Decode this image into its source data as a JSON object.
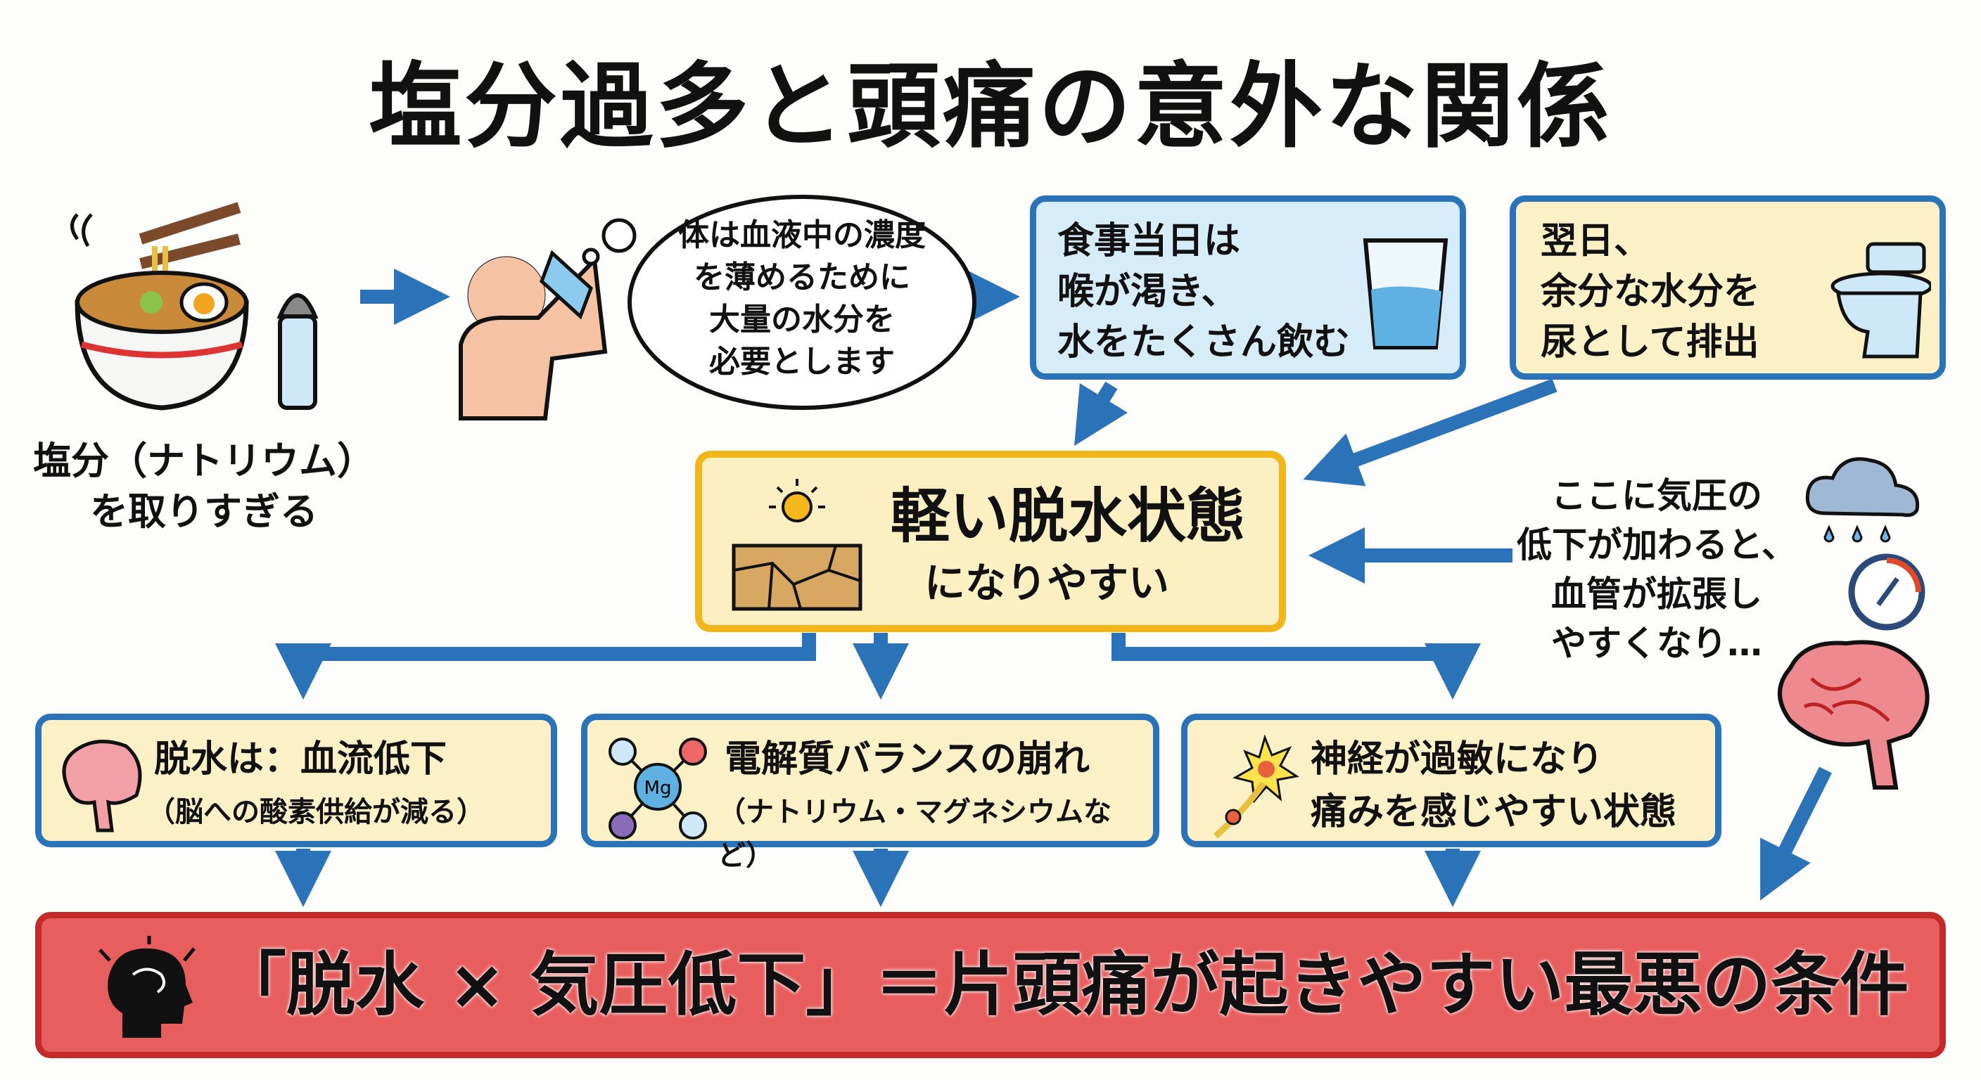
{
  "title": "塩分過多と頭痛の意外な関係",
  "step1": {
    "line1": "塩分（ナトリウム）",
    "line2": "を取りすぎる"
  },
  "bubble": {
    "lines": [
      "体は血液中の濃度",
      "を薄めるために",
      "大量の水分を",
      "必要とします"
    ]
  },
  "same_day": {
    "lines": [
      "食事当日は",
      "喉が渇き、",
      "水をたくさん飲む"
    ]
  },
  "next_day": {
    "lines": [
      "翌日、",
      "余分な水分を",
      "尿として排出"
    ]
  },
  "center": {
    "main": "軽い脱水状態",
    "sub": "になりやすい"
  },
  "pressure": {
    "lines": [
      "ここに気圧の",
      "低下が加わると、",
      "血管が拡張し",
      "やすくなり…"
    ]
  },
  "effects": [
    {
      "line1": "脱水は：血流低下",
      "line2": "（脳への酸素供給が減る）"
    },
    {
      "line1": "電解質バランスの崩れ",
      "line2": "（ナトリウム・マグネシウムなど）",
      "icon_label": "Mg"
    },
    {
      "line1": "神経が過敏になり",
      "line2": "痛みを感じやすい状態"
    }
  ],
  "conclusion": "「脱水 × 気圧低下」＝片頭痛が起きやすい最悪の条件",
  "colors": {
    "arrow": "#2a73b8",
    "gold": "#f2b619",
    "red": "#e85d5d"
  }
}
